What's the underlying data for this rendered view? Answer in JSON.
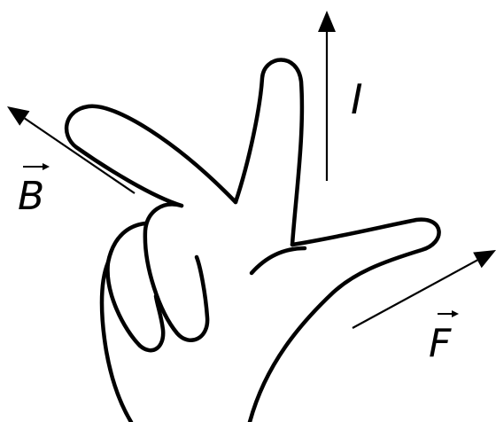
{
  "labels": {
    "current": "I",
    "field": "B",
    "force": "F"
  },
  "colors": {
    "stroke": "#000000",
    "background": "#ffffff"
  }
}
